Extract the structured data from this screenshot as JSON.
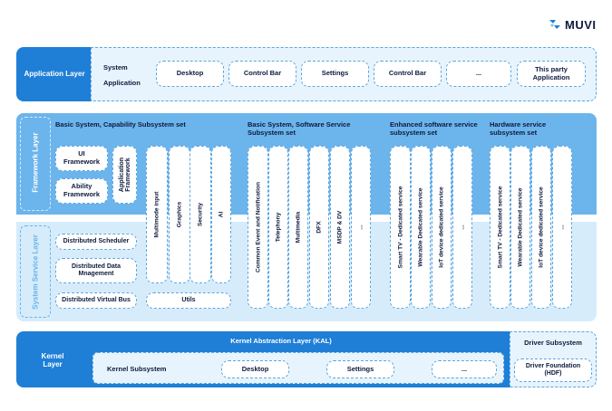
{
  "logo": {
    "text": "MUVI"
  },
  "application_layer": {
    "label": "Application Layer",
    "system_label": "System",
    "application_label": "Application",
    "apps": [
      "Desktop",
      "Control Bar",
      "Settings",
      "Control Bar",
      "...",
      "This party Application"
    ]
  },
  "framework_layer": {
    "label": "Framework Layer",
    "groups": [
      "Basic System, Capability Subsystem set",
      "Basic System, Software Service Subsystem set",
      "Enhanced software service subsystem set",
      "Hardware service subsystem set"
    ],
    "ui_framework": "UI Framework",
    "ability_framework": "Ability Framework",
    "application_framework": "Application Framework",
    "capability_items": [
      "Multimode input",
      "Graphics",
      "Security",
      "AI"
    ],
    "software_items": [
      "Common Event and Notification",
      "Telephony",
      "Multimedia",
      "DFX",
      "MSDP & DV",
      "..."
    ],
    "enhanced_items": [
      "Smart TV - Dedicated service",
      "Wearable Dedicated service",
      "IoT device dedicated service",
      "..."
    ],
    "hardware_items": [
      "Smart TV - Dedicated service",
      "Wearable Dedicated service",
      "IoT device dedicated service",
      "..."
    ]
  },
  "system_service_layer": {
    "label": "System Service Layer",
    "items": [
      "Distributed Scheduler",
      "Distributed Data Mnagement",
      "Distributed Virtual Bus"
    ],
    "utils": "Utils"
  },
  "kernel_layer": {
    "label": "Kernel Layer",
    "kal_label": "Kernel Abstraction Layer (KAL)",
    "kernel_subsystem": "Kernel Subsystem",
    "items": [
      "Desktop",
      "Settings",
      "..."
    ],
    "driver_subsystem": "Driver Subsystem",
    "driver_foundation": "Driver Foundation (HDF)"
  }
}
